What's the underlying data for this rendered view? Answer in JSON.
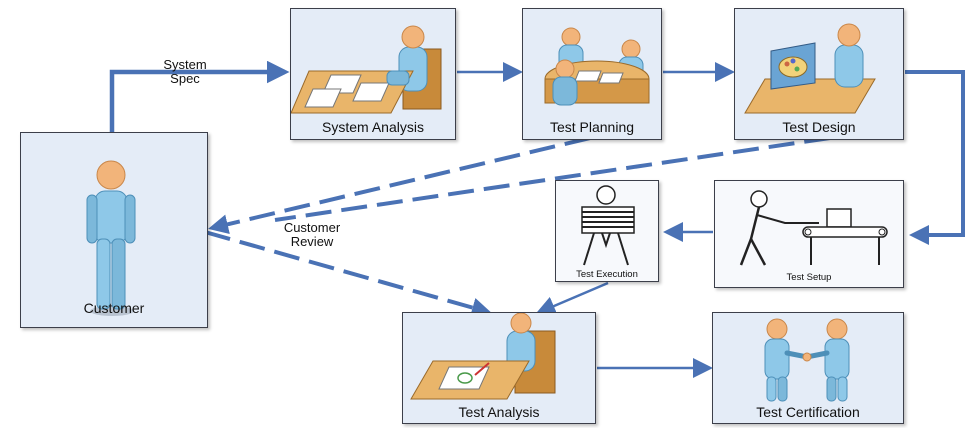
{
  "nodes": {
    "customer": "Customer",
    "system_analysis": "System Analysis",
    "test_planning": "Test Planning",
    "test_design": "Test Design",
    "test_execution": "Test Execution",
    "test_setup": "Test Setup",
    "test_analysis": "Test Analysis",
    "test_certification": "Test Certification"
  },
  "edges": {
    "system_spec_line1": "System",
    "system_spec_line2": "Spec",
    "customer_review_line1": "Customer",
    "customer_review_line2": "Review"
  },
  "colors": {
    "arrow": "#4a72b5",
    "box_fill": "#e4ecf7",
    "person_body": "#8ec8e8",
    "person_head": "#f2b47a"
  }
}
